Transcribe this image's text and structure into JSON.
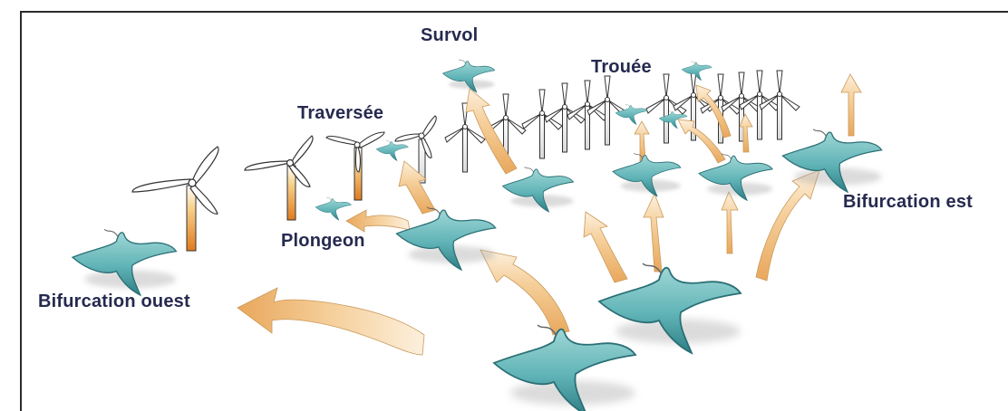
{
  "labels": {
    "survol": "Survol",
    "trouee": "Trouée",
    "traversee": "Traversée",
    "plongeon": "Plongeon",
    "bifurcation_ouest": "Bifurcation ouest",
    "bifurcation_est": "Bifurcation est"
  },
  "colors": {
    "bird_body": "#5fb3b6",
    "bird_dark": "#2f7f86",
    "arrow_fill": "#f2c58a",
    "arrow_light": "#fbe8cf",
    "turbine_tower": "#e8892a",
    "label_text": "#262a4f",
    "frame": "#2b2b2b"
  },
  "icons": [
    "bird-icon",
    "wind-turbine-icon",
    "flight-arrow-icon"
  ]
}
